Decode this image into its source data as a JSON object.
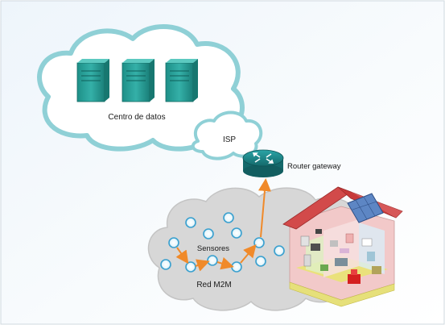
{
  "labels": {
    "datacenter": "Centro de datos",
    "isp": "ISP",
    "router": "Router gateway",
    "sensors": "Sensores",
    "m2m": "Red M2M"
  },
  "icons": {
    "servers": [
      "server-icon",
      "server-icon",
      "server-icon"
    ],
    "router": "router-icon",
    "house": "smart-home-icon"
  },
  "colors": {
    "cloud_outline": "#8fd0d6",
    "sensor_cloud_fill": "#d7d7d7",
    "server_teal": "#2aa29a",
    "router_teal": "#1f8b8c",
    "arrow_orange": "#f08a2a",
    "sensor_ring": "#3aa0cf",
    "roof_red": "#c73a3a",
    "house_wall": "#f2c9c9",
    "house_floor": "#e6e07a"
  }
}
